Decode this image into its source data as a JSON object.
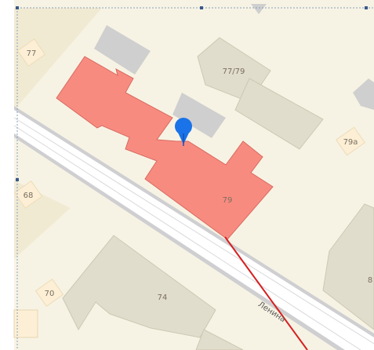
{
  "map": {
    "colors": {
      "land": "#f7f3e4",
      "road": "#ffffff",
      "road_casing": "#cfcfd2",
      "building": "#e1ddcc",
      "building_shadow": "#cdc8b4",
      "garage": "#cfcfcf",
      "highlight": "#f88b80",
      "highlight_stroke": "#d86a60",
      "route": "#d52020",
      "pin": "#1a73e8",
      "label_badge": "#fcefd6",
      "frame": "#8aa0b8"
    },
    "labels": {
      "b77": "77",
      "b77_79": "77/79",
      "b79": "79",
      "b79a": "79а",
      "b68": "68",
      "b70": "70",
      "b74": "74",
      "b8": "8"
    },
    "street": {
      "name": "Ленина"
    },
    "marker": {
      "icon": "map-pin-icon"
    }
  }
}
